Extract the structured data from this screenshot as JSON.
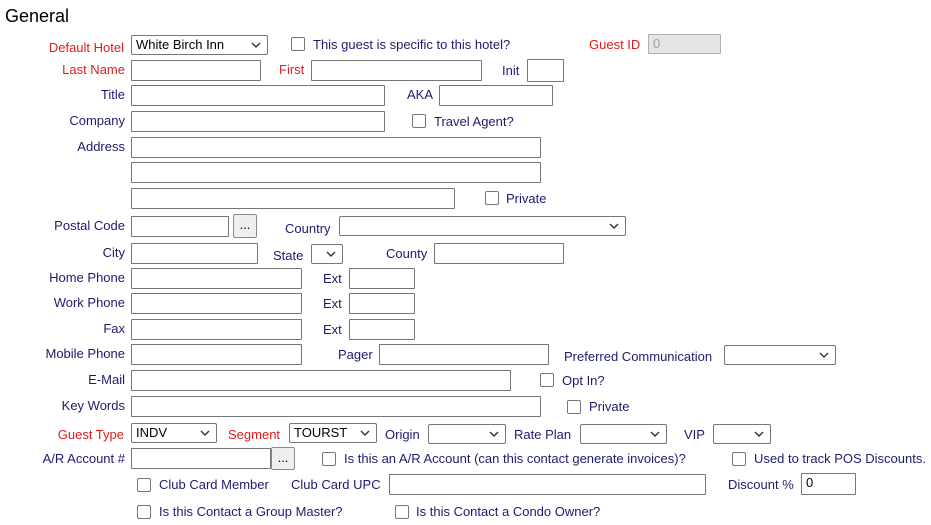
{
  "section_title": "General",
  "labels": {
    "default_hotel": "Default Hotel",
    "specific": "This guest is specific to this hotel?",
    "guest_id": "Guest ID",
    "last_name": "Last Name",
    "first": "First",
    "init": "Init",
    "title": "Title",
    "aka": "AKA",
    "company": "Company",
    "travel_agent": "Travel Agent?",
    "address": "Address",
    "private1": "Private",
    "postal_code": "Postal Code",
    "country": "Country",
    "city": "City",
    "state": "State",
    "county": "County",
    "home_phone": "Home Phone",
    "ext1": "Ext",
    "work_phone": "Work Phone",
    "ext2": "Ext",
    "fax": "Fax",
    "ext3": "Ext",
    "mobile_phone": "Mobile Phone",
    "pager": "Pager",
    "preferred_comm": "Preferred Communication",
    "email": "E-Mail",
    "opt_in": "Opt In?",
    "key_words": "Key Words",
    "private2": "Private",
    "guest_type": "Guest Type",
    "segment": "Segment",
    "origin": "Origin",
    "rate_plan": "Rate Plan",
    "vip": "VIP",
    "ar_account": "A/R Account #",
    "is_ar": "Is this an A/R Account (can this contact generate invoices)?",
    "pos": "Used to track POS Discounts.",
    "club_member": "Club Card Member",
    "club_upc": "Club Card UPC",
    "discount": "Discount %",
    "group_master": "Is this Contact a Group Master?",
    "condo_owner": "Is this Contact a Condo Owner?"
  },
  "values": {
    "default_hotel": "White Birch Inn",
    "guest_id": "0",
    "guest_type": "INDV",
    "segment": "TOURST",
    "discount": "0",
    "postal_lookup": "...",
    "ar_lookup": "..."
  },
  "colors": {
    "label": "#1c1c6e",
    "required_label": "#e01b1b"
  }
}
